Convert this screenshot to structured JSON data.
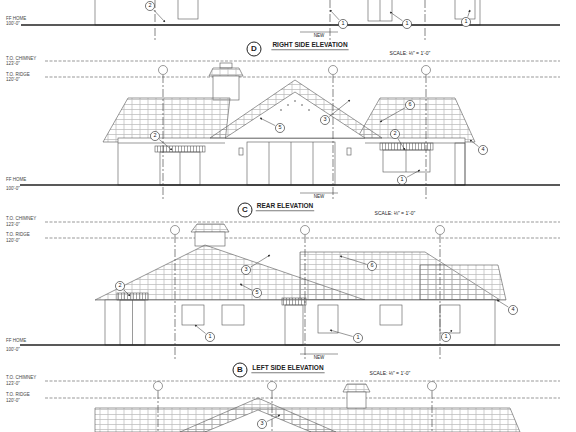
{
  "diagram": {
    "labels": [
      "2",
      "FF HOME",
      "100'-0\"",
      "1",
      "1",
      "1",
      "NEW",
      "D",
      "RIGHT SIDE ELEVATION",
      "SCALE: ⅛\" = 1'-0\"",
      "T.O. CHIMNEY",
      "123'-0\"",
      "T.O. RIDGE",
      "120'-0\"",
      "6",
      "3",
      "5",
      "2",
      "2",
      "4",
      "1",
      "FF HOME",
      "100'-0\"",
      "NEW",
      "C",
      "REAR ELEVATION",
      "SCALE: ⅛\" = 1'-0\"",
      "T.O. CHIMNEY",
      "123'-0\"",
      "T.O. RIDGE",
      "120'-0\"",
      "3",
      "6",
      "2",
      "5",
      "4",
      "1",
      "1",
      "1",
      "FF HOME",
      "100'-0\"",
      "NEW",
      "B",
      "LEFT SIDE ELEVATION",
      "SCALE: ⅛\" = 1'-0\"",
      "T.O. CHIMNEY",
      "123'-0\"",
      "T.O. RIDGE",
      "120'-0\"",
      "3"
    ]
  }
}
